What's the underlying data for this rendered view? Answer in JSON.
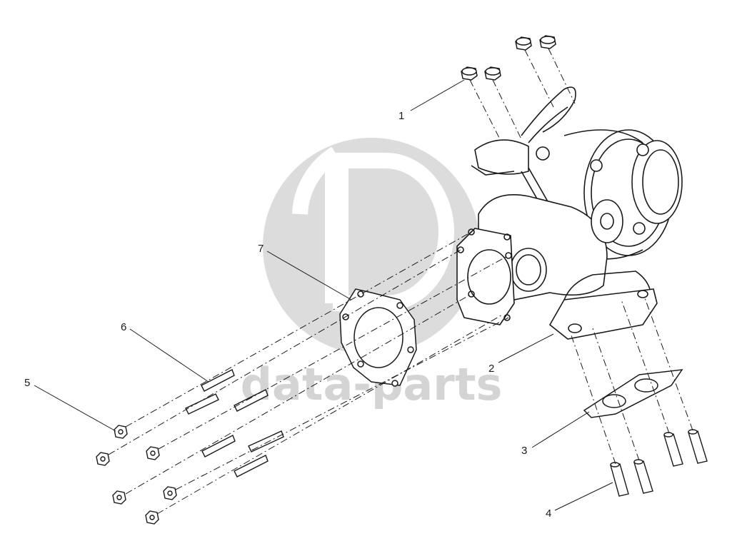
{
  "watermark": {
    "logo": "GD",
    "text": "data-parts"
  },
  "callouts": [
    {
      "id": "1",
      "label": "1"
    },
    {
      "id": "2",
      "label": "2"
    },
    {
      "id": "3",
      "label": "3"
    },
    {
      "id": "4",
      "label": "4"
    },
    {
      "id": "5",
      "label": "5"
    },
    {
      "id": "6",
      "label": "6"
    },
    {
      "id": "7",
      "label": "7"
    }
  ],
  "colors": {
    "line": "#1a1a1a",
    "watermark": "#d9d9d9"
  }
}
